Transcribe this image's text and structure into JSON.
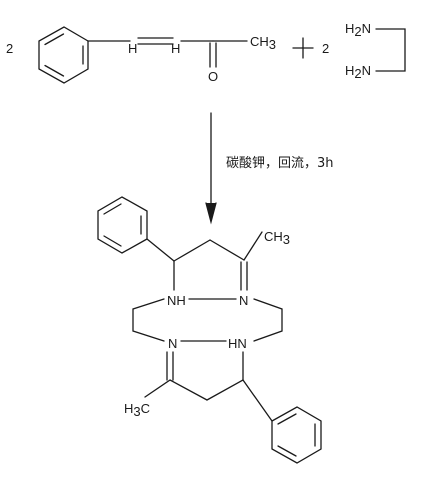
{
  "reactant_1": {
    "coefficient": "2",
    "h_left": "H",
    "h_right": "H",
    "oxygen": "O",
    "methyl": "CH",
    "methyl_sub": "3"
  },
  "plus_sign": "+",
  "reactant_2": {
    "coefficient": "2",
    "amine_top": "H",
    "amine_top_sub": "2",
    "amine_top_n": "N",
    "amine_bottom": "H",
    "amine_bottom_sub": "2",
    "amine_bottom_n": "N"
  },
  "conditions": {
    "reagents": "碳酸钾，回流，",
    "time": "3h"
  },
  "product": {
    "methyl_top": "CH",
    "methyl_top_sub": "3",
    "imine_n_top": "N",
    "amine_nh_left": "NH",
    "imine_n_bottom": "N",
    "amine_nh_right": "HN",
    "methyl_bottom": "H",
    "methyl_bottom_sub": "3",
    "methyl_bottom_c": "C"
  }
}
